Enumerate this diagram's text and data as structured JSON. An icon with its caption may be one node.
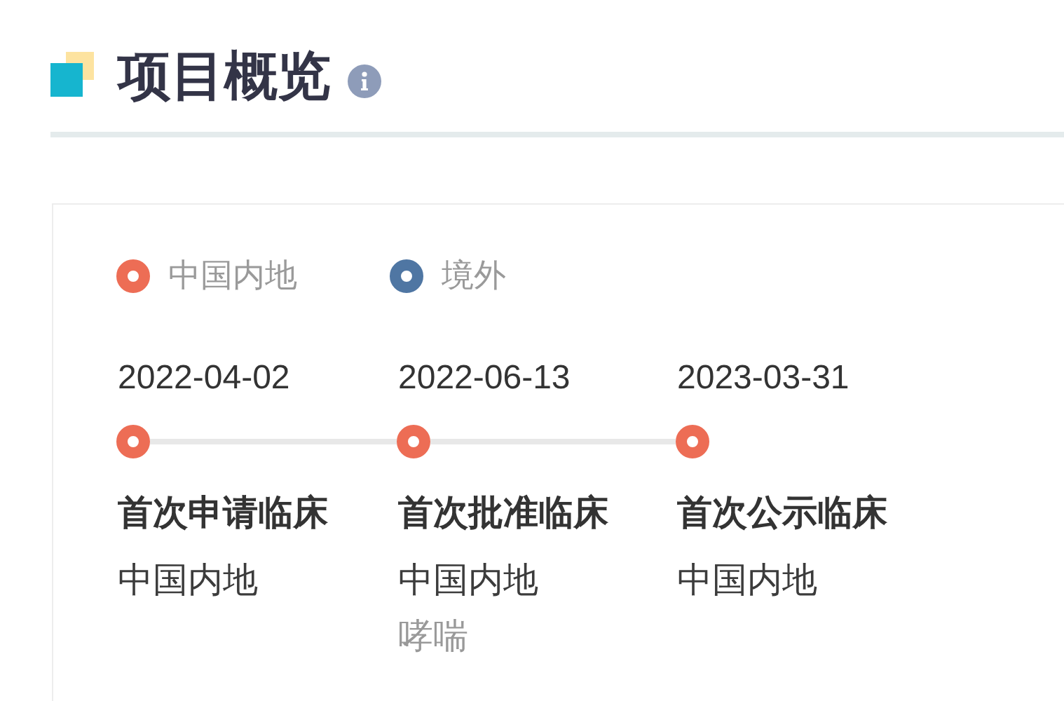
{
  "diagram": {
    "title": "项目概览",
    "nodes": [
      {
        "text": [],
        "shape": "circle",
        "beside": [
          "2022-04-02",
          "首次申请临床",
          "中国内地"
        ]
      },
      {
        "text": [],
        "shape": "circle",
        "beside": [
          "2022-06-13",
          "首次批准临床",
          "中国内地",
          "哮喘"
        ]
      },
      {
        "text": [],
        "shape": "circle",
        "beside": [
          "2023-03-31",
          "首次公示临床",
          "中国内地"
        ]
      }
    ],
    "edges": [
      {
        "from": 0,
        "to": 1,
        "arrow": "none"
      },
      {
        "from": 1,
        "to": 2,
        "arrow": "none"
      }
    ],
    "legend": [
      {
        "text": "中国内地",
        "color": "#ed6d55"
      },
      {
        "text": "境外",
        "color": "#4f76a3"
      }
    ]
  }
}
